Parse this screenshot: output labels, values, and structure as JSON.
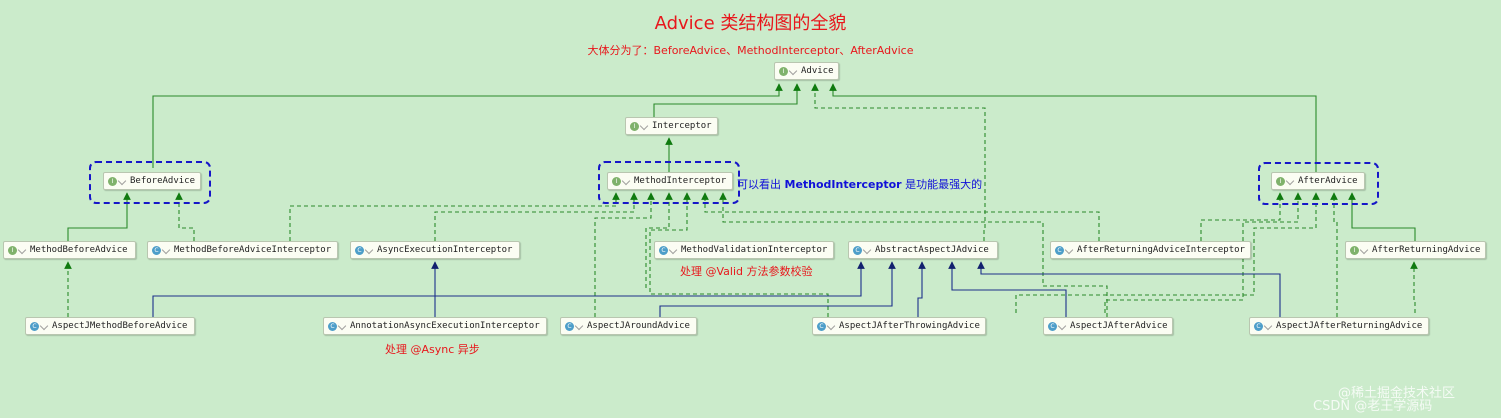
{
  "title": "Advice 类结构图的全貌",
  "subtitle": "大体分为了：BeforeAdvice、MethodInterceptor、AfterAdvice",
  "icons": {
    "interface": "interface-icon",
    "class": "class-icon",
    "interface_glyph": "I",
    "class_glyph": "C"
  },
  "colors": {
    "background": "#cbebcb",
    "title": "#e8171c",
    "extends_edge": "#2b8a2b",
    "implements_edge": "#1c2f8a",
    "group_box": "#1616c8"
  },
  "nodes": {
    "advice": {
      "label": "Advice",
      "kind": "interface"
    },
    "interceptor": {
      "label": "Interceptor",
      "kind": "interface"
    },
    "before_advice": {
      "label": "BeforeAdvice",
      "kind": "interface"
    },
    "method_interceptor": {
      "label": "MethodInterceptor",
      "kind": "interface"
    },
    "after_advice": {
      "label": "AfterAdvice",
      "kind": "interface"
    },
    "method_before_advice": {
      "label": "MethodBeforeAdvice",
      "kind": "interface"
    },
    "method_before_advice_interceptor": {
      "label": "MethodBeforeAdviceInterceptor",
      "kind": "class"
    },
    "async_execution_interceptor": {
      "label": "AsyncExecutionInterceptor",
      "kind": "class"
    },
    "method_validation_interceptor": {
      "label": "MethodValidationInterceptor",
      "kind": "class"
    },
    "abstract_aspectj_advice": {
      "label": "AbstractAspectJAdvice",
      "kind": "class"
    },
    "after_returning_advice_interceptor": {
      "label": "AfterReturningAdviceInterceptor",
      "kind": "class"
    },
    "after_returning_advice": {
      "label": "AfterReturningAdvice",
      "kind": "interface"
    },
    "aspectj_method_before_advice": {
      "label": "AspectJMethodBeforeAdvice",
      "kind": "class"
    },
    "annotation_async_execution_interceptor": {
      "label": "AnnotationAsyncExecutionInterceptor",
      "kind": "class"
    },
    "aspectj_around_advice": {
      "label": "AspectJAroundAdvice",
      "kind": "class"
    },
    "aspectj_after_throwing_advice": {
      "label": "AspectJAfterThrowingAdvice",
      "kind": "class"
    },
    "aspectj_after_advice": {
      "label": "AspectJAfterAdvice",
      "kind": "class"
    },
    "aspectj_after_returning_advice": {
      "label": "AspectJAfterReturningAdvice",
      "kind": "class"
    }
  },
  "annotations": {
    "method_interceptor_note_prefix": "可以看出 ",
    "method_interceptor_note_bold": "MethodInterceptor",
    "method_interceptor_note_suffix": " 是功能最强大的",
    "validation_note": "处理 @Valid 方法参数校验",
    "async_note": "处理 @Async 异步"
  },
  "watermark": {
    "line1": "@稀土掘金技术社区",
    "line2": "CSDN @老王学源码"
  }
}
